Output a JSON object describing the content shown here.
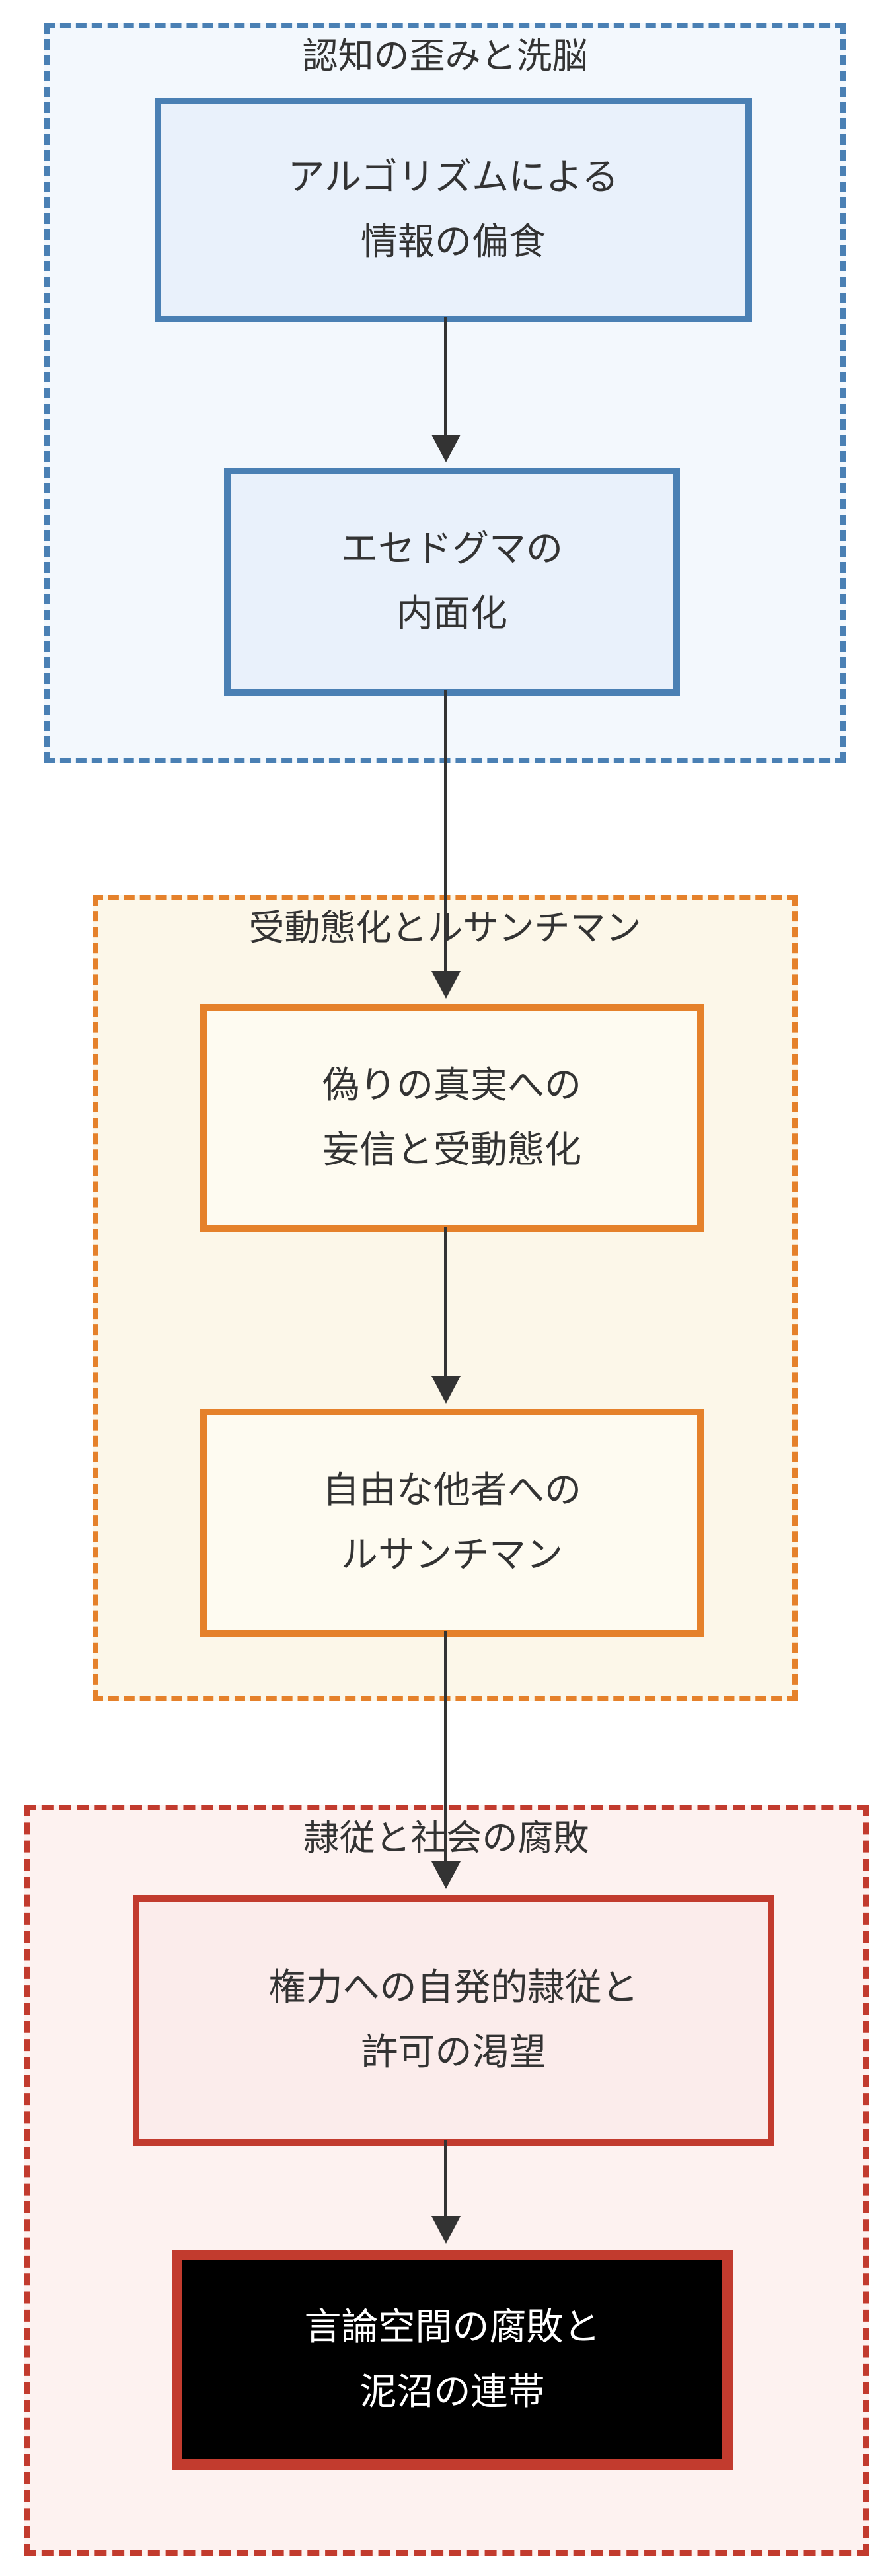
{
  "diagram": {
    "type": "flowchart",
    "direction": "top-down",
    "sections": [
      {
        "id": "cognition",
        "title": "認知の歪みと洗脳",
        "accent_color": "#4a80b4",
        "background_color": "#f3f8fd",
        "border_style": "dashed",
        "nodes": [
          {
            "id": "A",
            "label": "アルゴリズムによる\n情報の偏食",
            "fill": "#e9f1fb",
            "border_color": "#4a80b4",
            "text_color": "#333333"
          },
          {
            "id": "B",
            "label": "エセドグマの\n内面化",
            "fill": "#e9f1fb",
            "border_color": "#4a80b4",
            "text_color": "#333333"
          }
        ]
      },
      {
        "id": "passivity",
        "title": "受動態化とルサンチマン",
        "accent_color": "#e5812b",
        "background_color": "#fcf7e9",
        "border_style": "dashed",
        "nodes": [
          {
            "id": "C",
            "label": "偽りの真実への\n妄信と受動態化",
            "fill": "#fefbf1",
            "border_color": "#e5812b",
            "text_color": "#333333"
          },
          {
            "id": "D",
            "label": "自由な他者への\nルサンチマン",
            "fill": "#fefbf1",
            "border_color": "#e5812b",
            "text_color": "#333333"
          }
        ]
      },
      {
        "id": "servitude",
        "title": "隷従と社会の腐敗",
        "accent_color": "#c23b2e",
        "background_color": "#fdf2f0",
        "border_style": "dashed",
        "nodes": [
          {
            "id": "E",
            "label": "権力への自発的隷従と\n許可の渇望",
            "fill": "#fbeceb",
            "border_color": "#c23b2e",
            "text_color": "#333333"
          },
          {
            "id": "F",
            "label": "言論空間の腐敗と\n泥沼の連帯",
            "fill": "#000000",
            "border_color": "#c23b2e",
            "text_color": "#ffffff"
          }
        ]
      }
    ],
    "edges": [
      {
        "from": "A",
        "to": "B"
      },
      {
        "from": "B",
        "to": "C"
      },
      {
        "from": "C",
        "to": "D"
      },
      {
        "from": "D",
        "to": "E"
      },
      {
        "from": "E",
        "to": "F"
      }
    ],
    "edge_color": "#333333"
  }
}
